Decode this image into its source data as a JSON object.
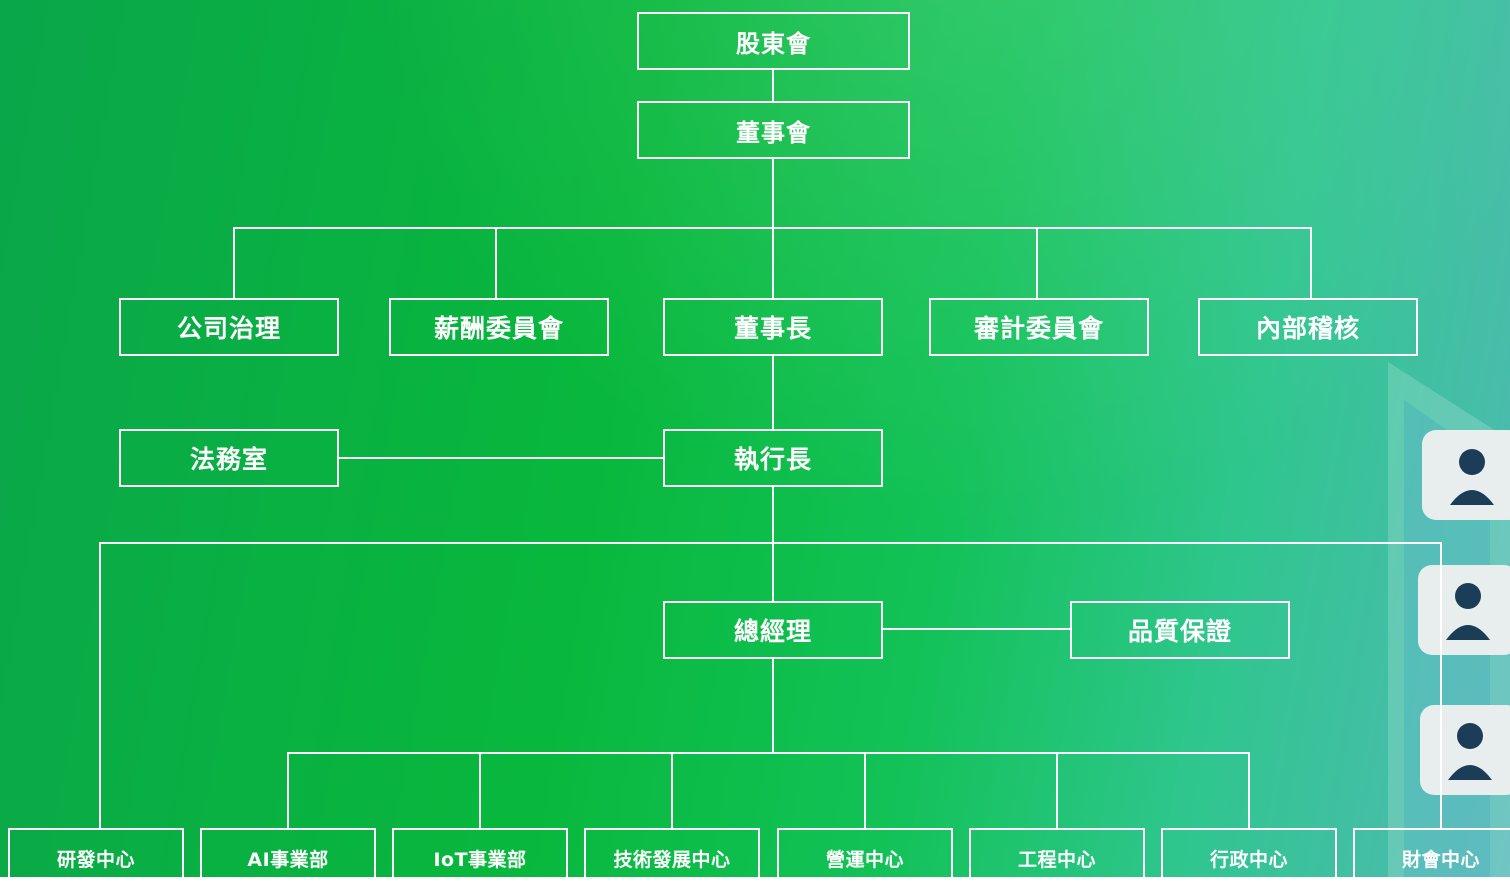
{
  "colors": {
    "line": "#ffffff",
    "background_start": "#0aa64a",
    "background_end": "#52b9b6"
  },
  "org": {
    "shareholders": "股東會",
    "board": "董事會",
    "governance": "公司治理",
    "compensation": "薪酬委員會",
    "chairman": "董事長",
    "audit": "審計委員會",
    "internal_audit": "內部稽核",
    "legal": "法務室",
    "ceo": "執行長",
    "gm": "總經理",
    "qa": "品質保證",
    "depts": [
      "研發中心",
      "AI事業部",
      "IoT事業部",
      "技術發展中心",
      "營運中心",
      "工程中心",
      "行政中心",
      "財會中心"
    ]
  },
  "decoration": {
    "icon": "person-cube-icon"
  }
}
